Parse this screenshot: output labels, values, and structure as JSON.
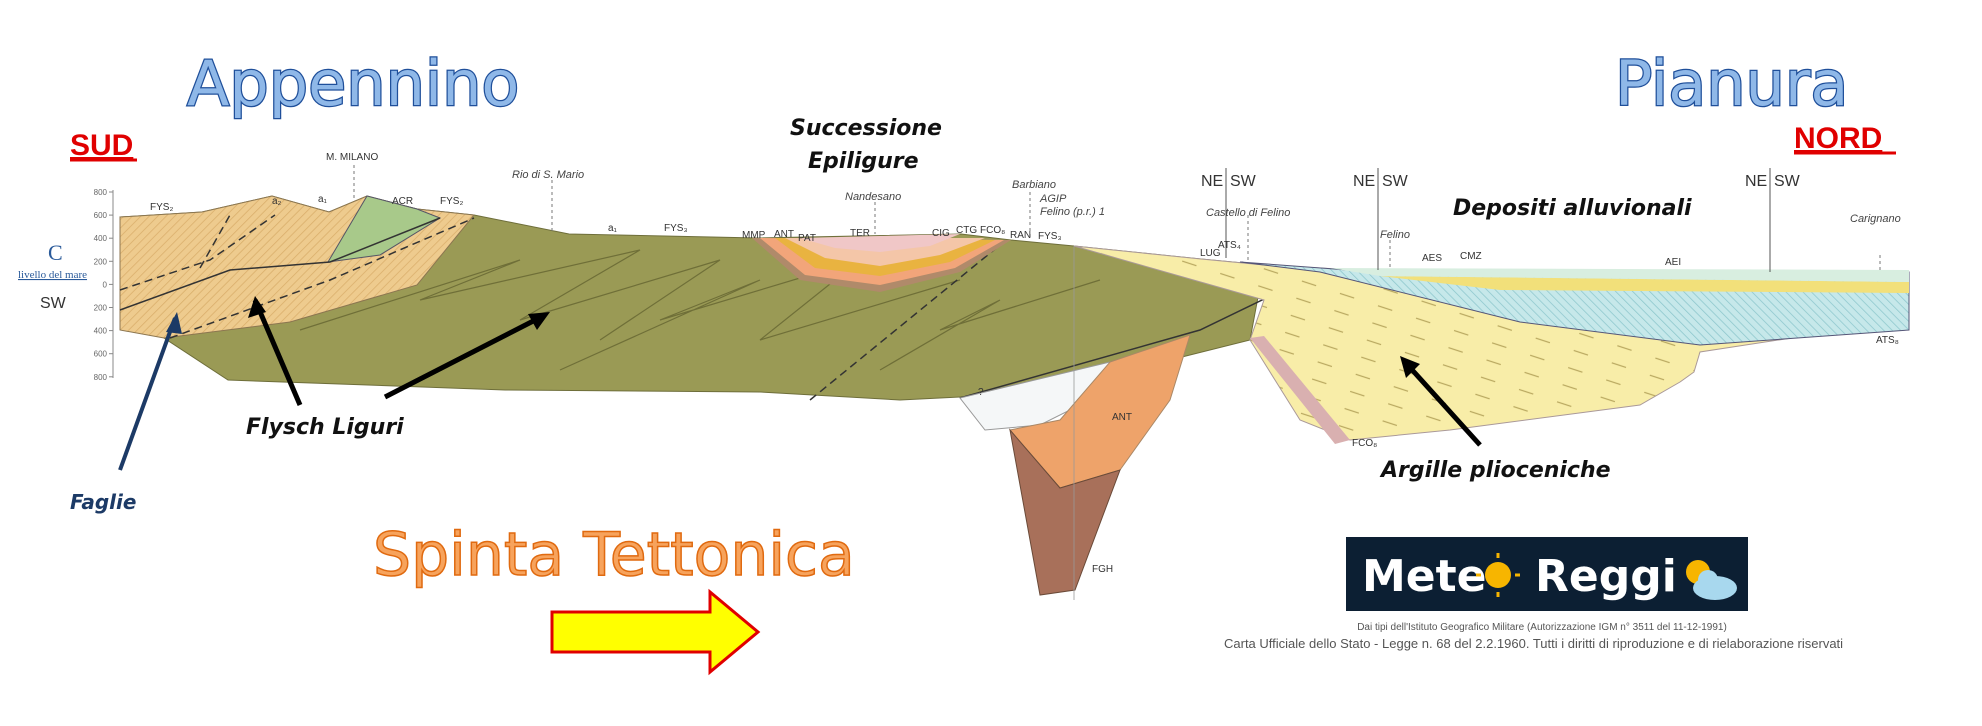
{
  "titles": {
    "left_region": "Appennino",
    "right_region": "Pianura",
    "south": "SUD",
    "north": "NORD",
    "thrust": "Spinta Tettonica"
  },
  "annotations": {
    "epiligure_line1": "Successione",
    "epiligure_line2": "Epiligure",
    "alluvial": "Depositi alluvionali",
    "flysch": "Flysch Liguri",
    "faults": "Faglie",
    "clays": "Argille plioceniche"
  },
  "axis": {
    "ticks": [
      "800",
      "600",
      "400",
      "200",
      "0",
      "200",
      "400",
      "600",
      "800"
    ],
    "section_letter": "C",
    "sea_level": "livello del mare",
    "direction": "SW"
  },
  "places": {
    "m_milano": "M. MILANO",
    "rio": "Rio di S. Mario",
    "nandesano": "Nandesano",
    "barbiano": "Barbiano",
    "agip": "AGIP",
    "felino_well": "Felino (p.r.) 1",
    "castello": "Castello di Felino",
    "felino": "Felino",
    "carignano": "Carignano"
  },
  "orientation_marks": {
    "ne": "NE",
    "sw": "SW"
  },
  "units": [
    "FYS₂",
    "a₂",
    "a₁",
    "ACR",
    "FYS₂",
    "a₁",
    "FYS₃",
    "MMP",
    "ANT",
    "PAT",
    "TER",
    "CIG",
    "CTG",
    "FCO₈",
    "RAN",
    "FYS₃",
    "LUG",
    "ATS₄",
    "AES",
    "CMZ",
    "AEI",
    "ATS₈",
    "ANT",
    "FGH",
    "FCO₈",
    "?"
  ],
  "logo": {
    "text_left": "Mete",
    "text_right": "Reggi"
  },
  "caption": {
    "line1": "Dai tipi dell'Istituto Geografico Militare (Autorizzazione IGM n° 3511 del 11-12-1991)",
    "line2": "Carta Ufficiale dello Stato - Legge n. 68 del 2.2.1960. Tutti i diritti di riproduzione e di rielaborazione riservati"
  },
  "colors": {
    "flysch_tan": "#eecb8e",
    "flysch_green": "#9a9a55",
    "acr_green": "#a8c98a",
    "pliocene_yellow": "#f8eda8",
    "alluvial_blue": "#bfe3e6",
    "orange": "#eea36a",
    "brown": "#a8705a",
    "arrow_yellow": "#ffff00",
    "arrow_red": "#e00000",
    "logo_bg": "#0c1f33"
  }
}
